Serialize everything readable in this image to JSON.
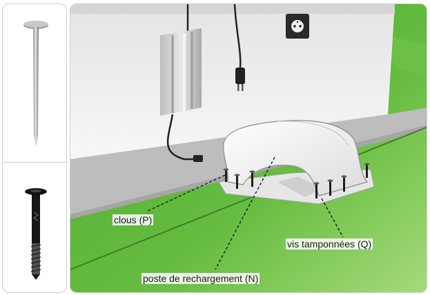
{
  "labels": {
    "nails": "clous (P)",
    "screws": "vis tamponnées (Q)",
    "station": "poste de rechargement (N)"
  },
  "icons": [
    "nail-icon",
    "anchor-screw-icon",
    "power-supply",
    "power-plug",
    "wall-socket",
    "charging-station"
  ],
  "colors": {
    "lawn": "#5db53a",
    "lawn_light": "#8fd05f",
    "wall": "#f2f2f2",
    "curb": "#b9b9b9",
    "panel_border": "#cfcfcf"
  }
}
